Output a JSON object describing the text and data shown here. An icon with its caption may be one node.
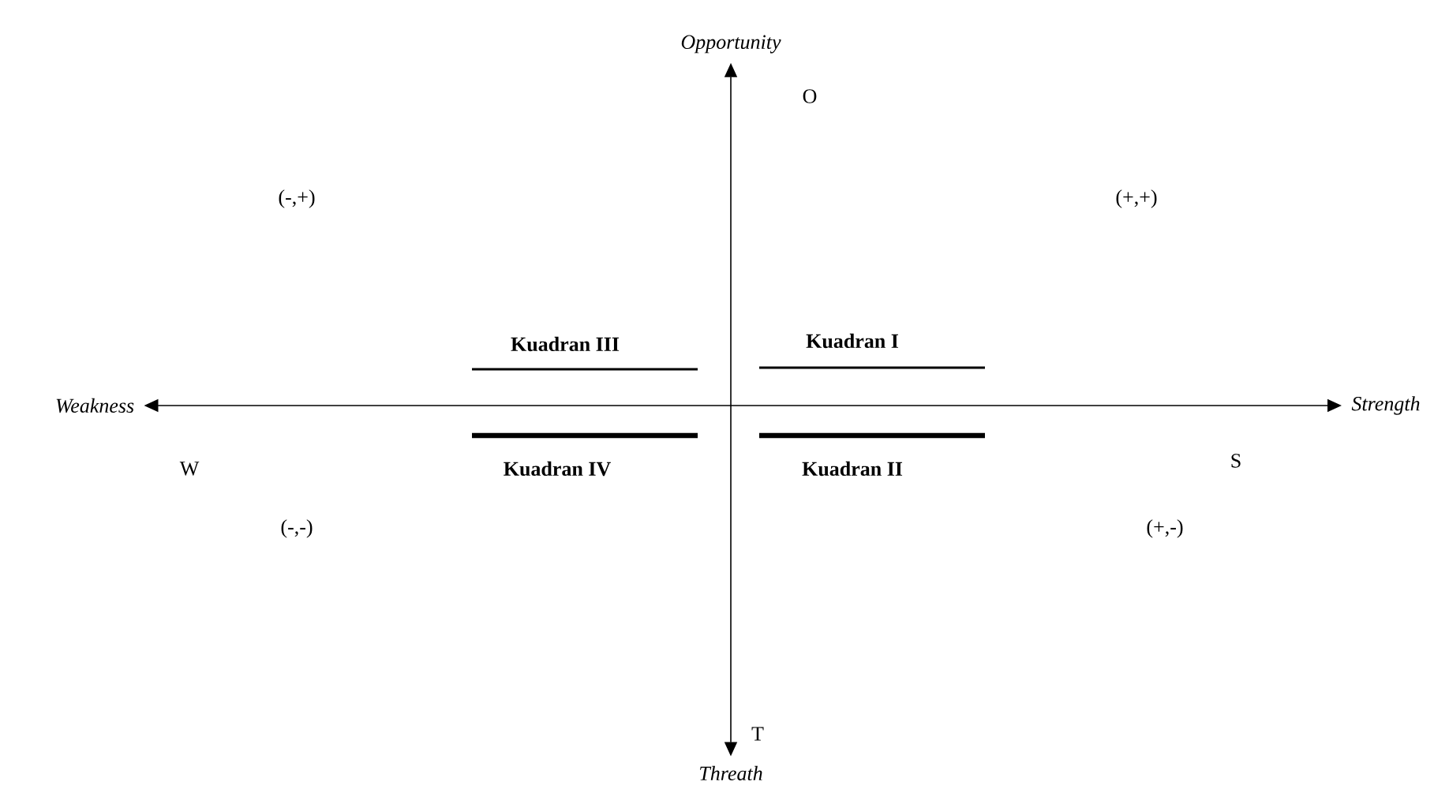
{
  "diagram": {
    "nodes": [
      {
        "text": [
          "Opportunity"
        ]
      },
      {
        "text": [
          "Weakness"
        ]
      },
      {
        "text": [
          "Strength"
        ]
      },
      {
        "text": [
          "Threath"
        ]
      }
    ],
    "edges": [
      {
        "from": 1,
        "to": 2,
        "arrow": "both"
      },
      {
        "from": 3,
        "to": 0,
        "arrow": "both"
      }
    ],
    "labels": [
      "O",
      "(-,+)",
      "(+,+)",
      "Kuadran III",
      "Kuadran I",
      "W",
      "S",
      "Kuadran IV",
      "Kuadran II",
      "(-,-)",
      "(+,-)",
      "T"
    ]
  }
}
